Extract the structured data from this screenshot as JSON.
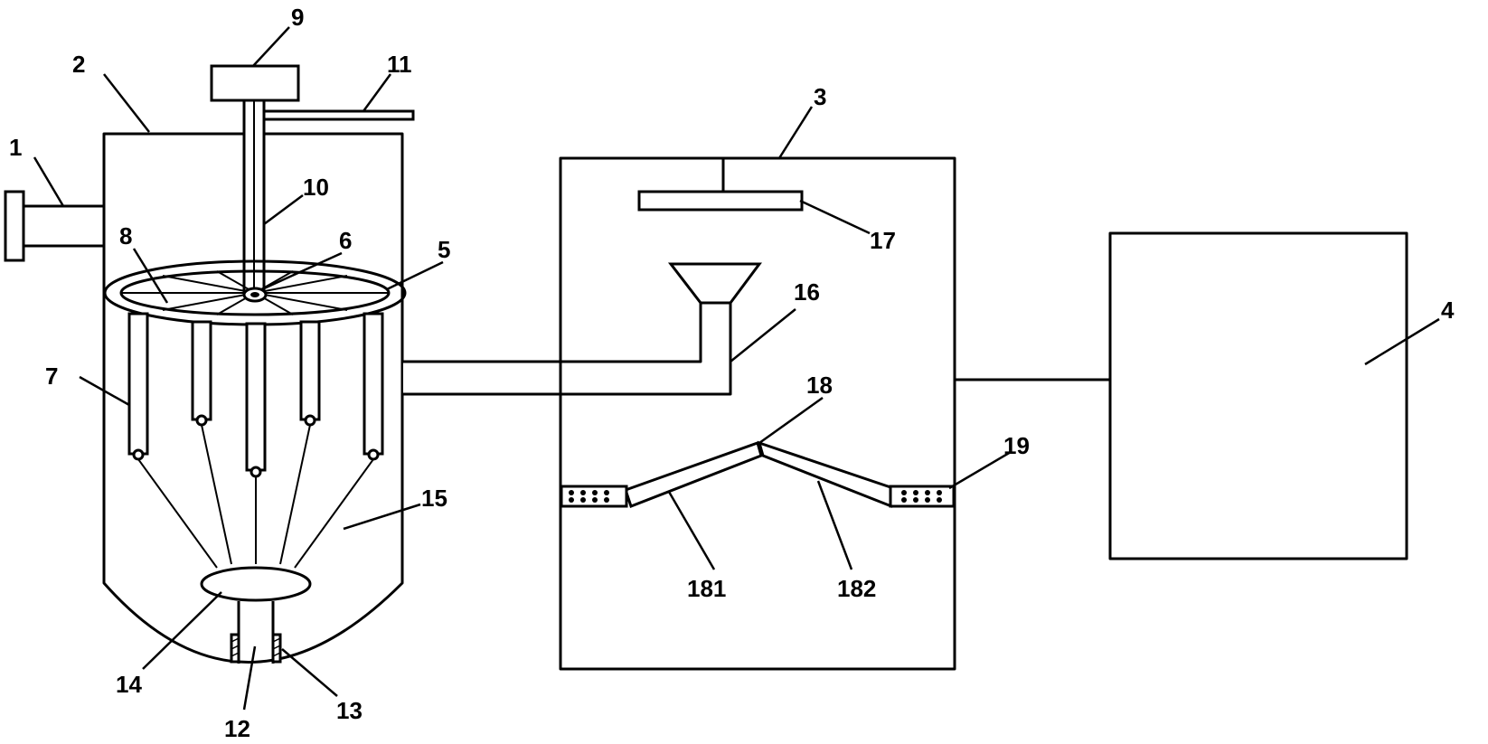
{
  "labels": {
    "l1": "1",
    "l2": "2",
    "l3": "3",
    "l4": "4",
    "l5": "5",
    "l6": "6",
    "l7": "7",
    "l8": "8",
    "l9": "9",
    "l10": "10",
    "l11": "11",
    "l12": "12",
    "l13": "13",
    "l14": "14",
    "l15": "15",
    "l16": "16",
    "l17": "17",
    "l18": "18",
    "l19": "19",
    "l181": "181",
    "l182": "182"
  }
}
